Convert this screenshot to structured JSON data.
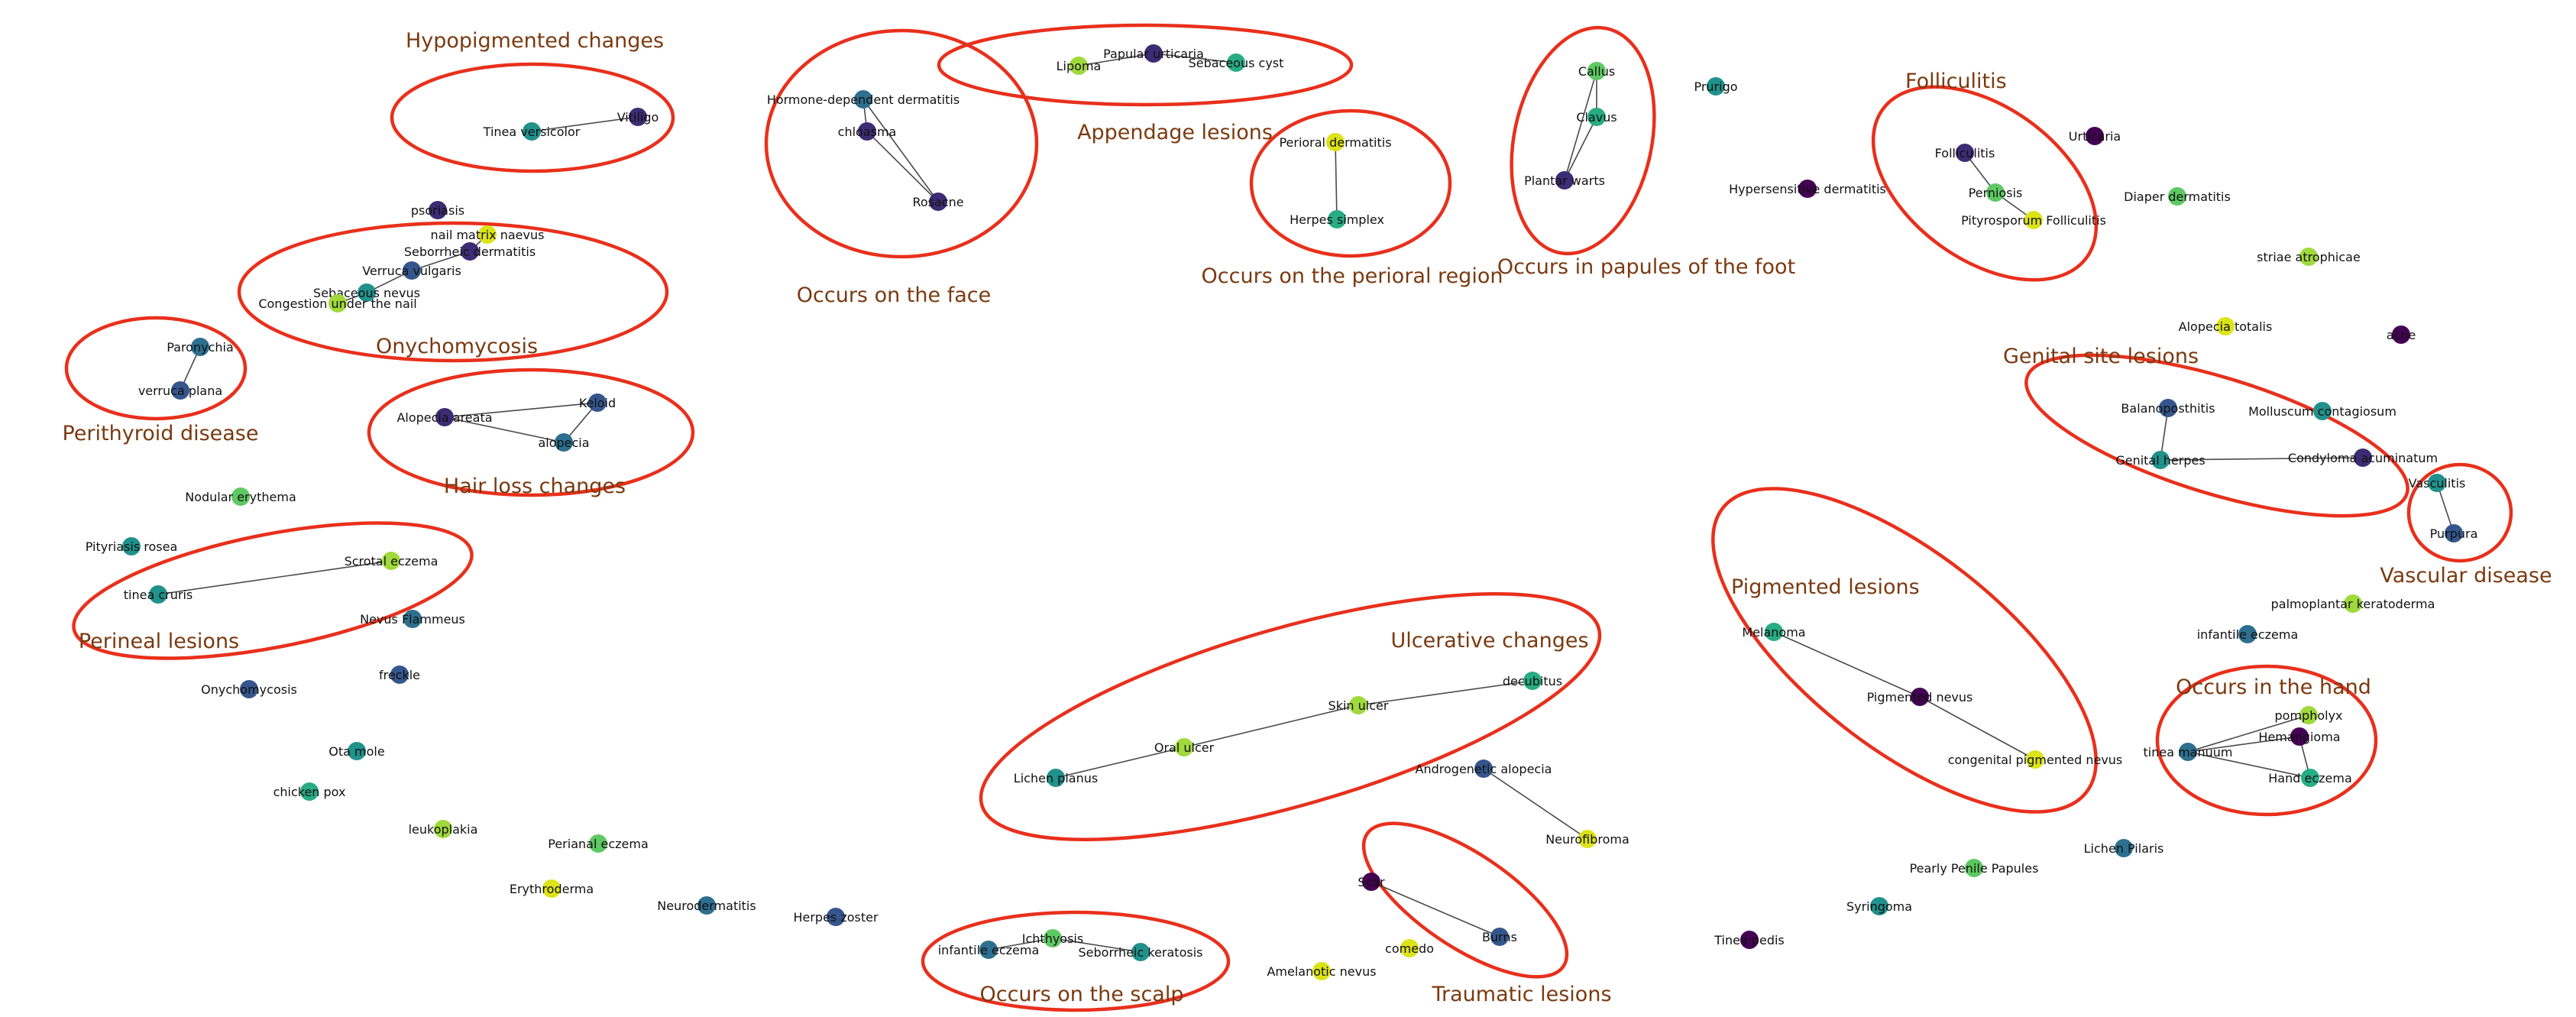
{
  "colors": {
    "ring": "#e8301c",
    "group_label": "#7a3a10",
    "edge": "#4a4a4a",
    "palette": {
      "purple": "#440154",
      "indigo": "#3b2c73",
      "navy": "#35568c",
      "blue": "#2d6f8e",
      "teal": "#21918c",
      "sea": "#27ad81",
      "green": "#5ec962",
      "lime": "#a0d93c",
      "yellow": "#dce319"
    }
  },
  "groups": [
    {
      "id": "hypopigmented",
      "label": "Hypopigmented changes"
    },
    {
      "id": "face",
      "label": "Occurs on the face"
    },
    {
      "id": "appendage",
      "label": "Appendage lesions"
    },
    {
      "id": "perioral",
      "label": "Occurs on the perioral region"
    },
    {
      "id": "foot",
      "label": "Occurs in papules of the foot"
    },
    {
      "id": "folliculitis",
      "label": "Folliculitis"
    },
    {
      "id": "onychomycosis",
      "label": "Onychomycosis"
    },
    {
      "id": "perithyroid",
      "label": "Perithyroid disease"
    },
    {
      "id": "hairloss",
      "label": "Hair loss changes"
    },
    {
      "id": "genital",
      "label": "Genital site lesions"
    },
    {
      "id": "vascular",
      "label": "Vascular disease"
    },
    {
      "id": "perineal",
      "label": "Perineal lesions"
    },
    {
      "id": "pigmented",
      "label": "Pigmented lesions"
    },
    {
      "id": "ulcerative",
      "label": "Ulcerative changes"
    },
    {
      "id": "hand",
      "label": "Occurs in the hand"
    },
    {
      "id": "traumatic",
      "label": "Traumatic lesions"
    },
    {
      "id": "scalp",
      "label": "Occurs on the scalp"
    }
  ],
  "nodes": [
    {
      "id": "tinea-versicolor",
      "label": "Tinea versicolor",
      "color": "teal"
    },
    {
      "id": "vitiligo",
      "label": "Vitiligo",
      "color": "indigo"
    },
    {
      "id": "hormone-dermatitis",
      "label": "Hormone-dependent dermatitis",
      "color": "blue"
    },
    {
      "id": "chloasma",
      "label": "chloasma",
      "color": "indigo"
    },
    {
      "id": "rosacea",
      "label": "Rosacne",
      "color": "indigo"
    },
    {
      "id": "papular-urticaria",
      "label": "Papular urticaria",
      "color": "indigo"
    },
    {
      "id": "lipoma",
      "label": "Lipoma",
      "color": "lime"
    },
    {
      "id": "sebaceous-cyst",
      "label": "Sebaceous cyst",
      "color": "sea"
    },
    {
      "id": "perioral-dermatitis",
      "label": "Perioral dermatitis",
      "color": "yellow"
    },
    {
      "id": "herpes-simplex",
      "label": "Herpes simplex",
      "color": "sea"
    },
    {
      "id": "callus",
      "label": "Callus",
      "color": "green"
    },
    {
      "id": "clavus",
      "label": "Clavus",
      "color": "sea"
    },
    {
      "id": "plantar-warts",
      "label": "Plantar warts",
      "color": "indigo"
    },
    {
      "id": "prurigo",
      "label": "Prurigo",
      "color": "teal"
    },
    {
      "id": "hypersensitive-dermatitis",
      "label": "Hypersensitive dermatitis",
      "color": "purple"
    },
    {
      "id": "folliculitis-node",
      "label": "Folliculitis",
      "color": "indigo"
    },
    {
      "id": "perniosis",
      "label": "Perniosis",
      "color": "green"
    },
    {
      "id": "pityrosporum-folliculitis",
      "label": "Pityrosporum Folliculitis",
      "color": "yellow"
    },
    {
      "id": "urticaria",
      "label": "Urticaria",
      "color": "purple"
    },
    {
      "id": "diaper-dermatitis",
      "label": "Diaper dermatitis",
      "color": "green"
    },
    {
      "id": "striae-atrophicae",
      "label": "striae atrophicae",
      "color": "lime"
    },
    {
      "id": "alopecia-totalis",
      "label": "Alopecia totalis",
      "color": "yellow"
    },
    {
      "id": "acne",
      "label": "acne",
      "color": "purple"
    },
    {
      "id": "psoriasis",
      "label": "psoriasis",
      "color": "indigo"
    },
    {
      "id": "nail-matrix-naevus",
      "label": "nail matrix naevus",
      "color": "yellow"
    },
    {
      "id": "seborrheic-dermatitis",
      "label": "Seborrheic dermatitis",
      "color": "indigo"
    },
    {
      "id": "verruca-vulgaris",
      "label": "Verruca vulgaris",
      "color": "navy"
    },
    {
      "id": "sebaceous-nevus",
      "label": "Sebaceous nevus",
      "color": "teal"
    },
    {
      "id": "congestion-nail",
      "label": "Congestion under the nail",
      "color": "lime"
    },
    {
      "id": "paronychia",
      "label": "Paronychia",
      "color": "blue"
    },
    {
      "id": "verruca-plana",
      "label": "verruca plana",
      "color": "navy"
    },
    {
      "id": "alopecia-areata",
      "label": "Alopecia areata",
      "color": "indigo"
    },
    {
      "id": "keloid",
      "label": "Keloid",
      "color": "navy"
    },
    {
      "id": "alopecia",
      "label": "alopecia",
      "color": "blue"
    },
    {
      "id": "balanoposthitis",
      "label": "Balanoposthitis",
      "color": "navy"
    },
    {
      "id": "molluscum",
      "label": "Molluscum contagiosum",
      "color": "teal"
    },
    {
      "id": "genital-herpes",
      "label": "Genital herpes",
      "color": "teal"
    },
    {
      "id": "condyloma",
      "label": "Condyloma acuminatum",
      "color": "indigo"
    },
    {
      "id": "vasculitis",
      "label": "Vasculitis",
      "color": "teal"
    },
    {
      "id": "purpura",
      "label": "Purpura",
      "color": "navy"
    },
    {
      "id": "nodular-erythema",
      "label": "Nodular erythema",
      "color": "green"
    },
    {
      "id": "pityriasis-rosea",
      "label": "Pityriasis rosea",
      "color": "teal"
    },
    {
      "id": "scrotal-eczema",
      "label": "Scrotal eczema",
      "color": "lime"
    },
    {
      "id": "tinea-cruris",
      "label": "tinea cruris",
      "color": "teal"
    },
    {
      "id": "nevus-flammeus",
      "label": "Nevus Flammeus",
      "color": "blue"
    },
    {
      "id": "freckle",
      "label": "freckle",
      "color": "navy"
    },
    {
      "id": "onychomycosis-node",
      "label": "Onychomycosis",
      "color": "navy"
    },
    {
      "id": "ota-mole",
      "label": "Ota mole",
      "color": "teal"
    },
    {
      "id": "chicken-pox",
      "label": "chicken pox",
      "color": "sea"
    },
    {
      "id": "leukoplakia",
      "label": "leukoplakia",
      "color": "lime"
    },
    {
      "id": "perianal-eczema",
      "label": "Perianal eczema",
      "color": "green"
    },
    {
      "id": "erythroderma",
      "label": "Erythroderma",
      "color": "yellow"
    },
    {
      "id": "neurodermatitis",
      "label": "Neurodermatitis",
      "color": "blue"
    },
    {
      "id": "herpes-zoster",
      "label": "Herpes zoster",
      "color": "navy"
    },
    {
      "id": "palmoplantar",
      "label": "palmoplantar keratoderma",
      "color": "lime"
    },
    {
      "id": "infantile-eczema-right",
      "label": "infantile eczema",
      "color": "blue"
    },
    {
      "id": "melanoma",
      "label": "Melanoma",
      "color": "sea"
    },
    {
      "id": "pigmented-nevus",
      "label": "Pigmented nevus",
      "color": "purple"
    },
    {
      "id": "congenital-nevus",
      "label": "congenital pigmented nevus",
      "color": "yellow"
    },
    {
      "id": "pompholyx",
      "label": "pompholyx",
      "color": "lime"
    },
    {
      "id": "hemangioma",
      "label": "Hemangioma",
      "color": "purple"
    },
    {
      "id": "tinea-manuum",
      "label": "tinea manuum",
      "color": "blue"
    },
    {
      "id": "hand-eczema",
      "label": "Hand eczema",
      "color": "sea"
    },
    {
      "id": "decubitus",
      "label": "decubitus",
      "color": "sea"
    },
    {
      "id": "skin-ulcer",
      "label": "Skin ulcer",
      "color": "lime"
    },
    {
      "id": "oral-ulcer",
      "label": "Oral ulcer",
      "color": "lime"
    },
    {
      "id": "lichen-planus",
      "label": "Lichen planus",
      "color": "teal"
    },
    {
      "id": "androgenetic-alopecia",
      "label": "Androgenetic alopecia",
      "color": "navy"
    },
    {
      "id": "neurofibroma",
      "label": "Neurofibroma",
      "color": "yellow"
    },
    {
      "id": "scar",
      "label": "Scar",
      "color": "purple"
    },
    {
      "id": "burns",
      "label": "Burns",
      "color": "navy"
    },
    {
      "id": "comedo",
      "label": "comedo",
      "color": "yellow"
    },
    {
      "id": "amelanotic-nevus",
      "label": "Amelanotic nevus",
      "color": "yellow"
    },
    {
      "id": "lichen-pilaris",
      "label": "Lichen Pilaris",
      "color": "blue"
    },
    {
      "id": "pearly-penile",
      "label": "Pearly Penile Papules",
      "color": "green"
    },
    {
      "id": "syringoma",
      "label": "Syringoma",
      "color": "teal"
    },
    {
      "id": "tinea-pedis",
      "label": "Tinea pedis",
      "color": "purple"
    },
    {
      "id": "infantile-eczema-scalp",
      "label": "infantile eczema",
      "color": "blue"
    },
    {
      "id": "ichthyosis",
      "label": "Ichthyosis",
      "color": "green"
    },
    {
      "id": "seborrheic-keratosis",
      "label": "Seborrheic keratosis",
      "color": "teal"
    }
  ],
  "edges": [
    [
      "tinea-versicolor",
      "vitiligo"
    ],
    [
      "hormone-dermatitis",
      "chloasma"
    ],
    [
      "hormone-dermatitis",
      "rosacea"
    ],
    [
      "chloasma",
      "rosacea"
    ],
    [
      "lipoma",
      "papular-urticaria"
    ],
    [
      "papular-urticaria",
      "sebaceous-cyst"
    ],
    [
      "perioral-dermatitis",
      "herpes-simplex"
    ],
    [
      "callus",
      "clavus"
    ],
    [
      "callus",
      "plantar-warts"
    ],
    [
      "clavus",
      "plantar-warts"
    ],
    [
      "folliculitis-node",
      "perniosis"
    ],
    [
      "perniosis",
      "pityrosporum-folliculitis"
    ],
    [
      "nail-matrix-naevus",
      "seborrheic-dermatitis"
    ],
    [
      "seborrheic-dermatitis",
      "verruca-vulgaris"
    ],
    [
      "verruca-vulgaris",
      "sebaceous-nevus"
    ],
    [
      "sebaceous-nevus",
      "congestion-nail"
    ],
    [
      "paronychia",
      "verruca-plana"
    ],
    [
      "alopecia-areata",
      "keloid"
    ],
    [
      "alopecia-areata",
      "alopecia"
    ],
    [
      "keloid",
      "alopecia"
    ],
    [
      "balanoposthitis",
      "genital-herpes"
    ],
    [
      "genital-herpes",
      "condyloma"
    ],
    [
      "vasculitis",
      "purpura"
    ],
    [
      "tinea-cruris",
      "scrotal-eczema"
    ],
    [
      "melanoma",
      "pigmented-nevus"
    ],
    [
      "pigmented-nevus",
      "congenital-nevus"
    ],
    [
      "tinea-manuum",
      "pompholyx"
    ],
    [
      "tinea-manuum",
      "hemangioma"
    ],
    [
      "tinea-manuum",
      "hand-eczema"
    ],
    [
      "hemangioma",
      "hand-eczema"
    ],
    [
      "lichen-planus",
      "oral-ulcer"
    ],
    [
      "oral-ulcer",
      "skin-ulcer"
    ],
    [
      "skin-ulcer",
      "decubitus"
    ],
    [
      "androgenetic-alopecia",
      "neurofibroma"
    ],
    [
      "scar",
      "burns"
    ],
    [
      "infantile-eczema-scalp",
      "ichthyosis"
    ],
    [
      "ichthyosis",
      "seborrheic-keratosis"
    ]
  ]
}
